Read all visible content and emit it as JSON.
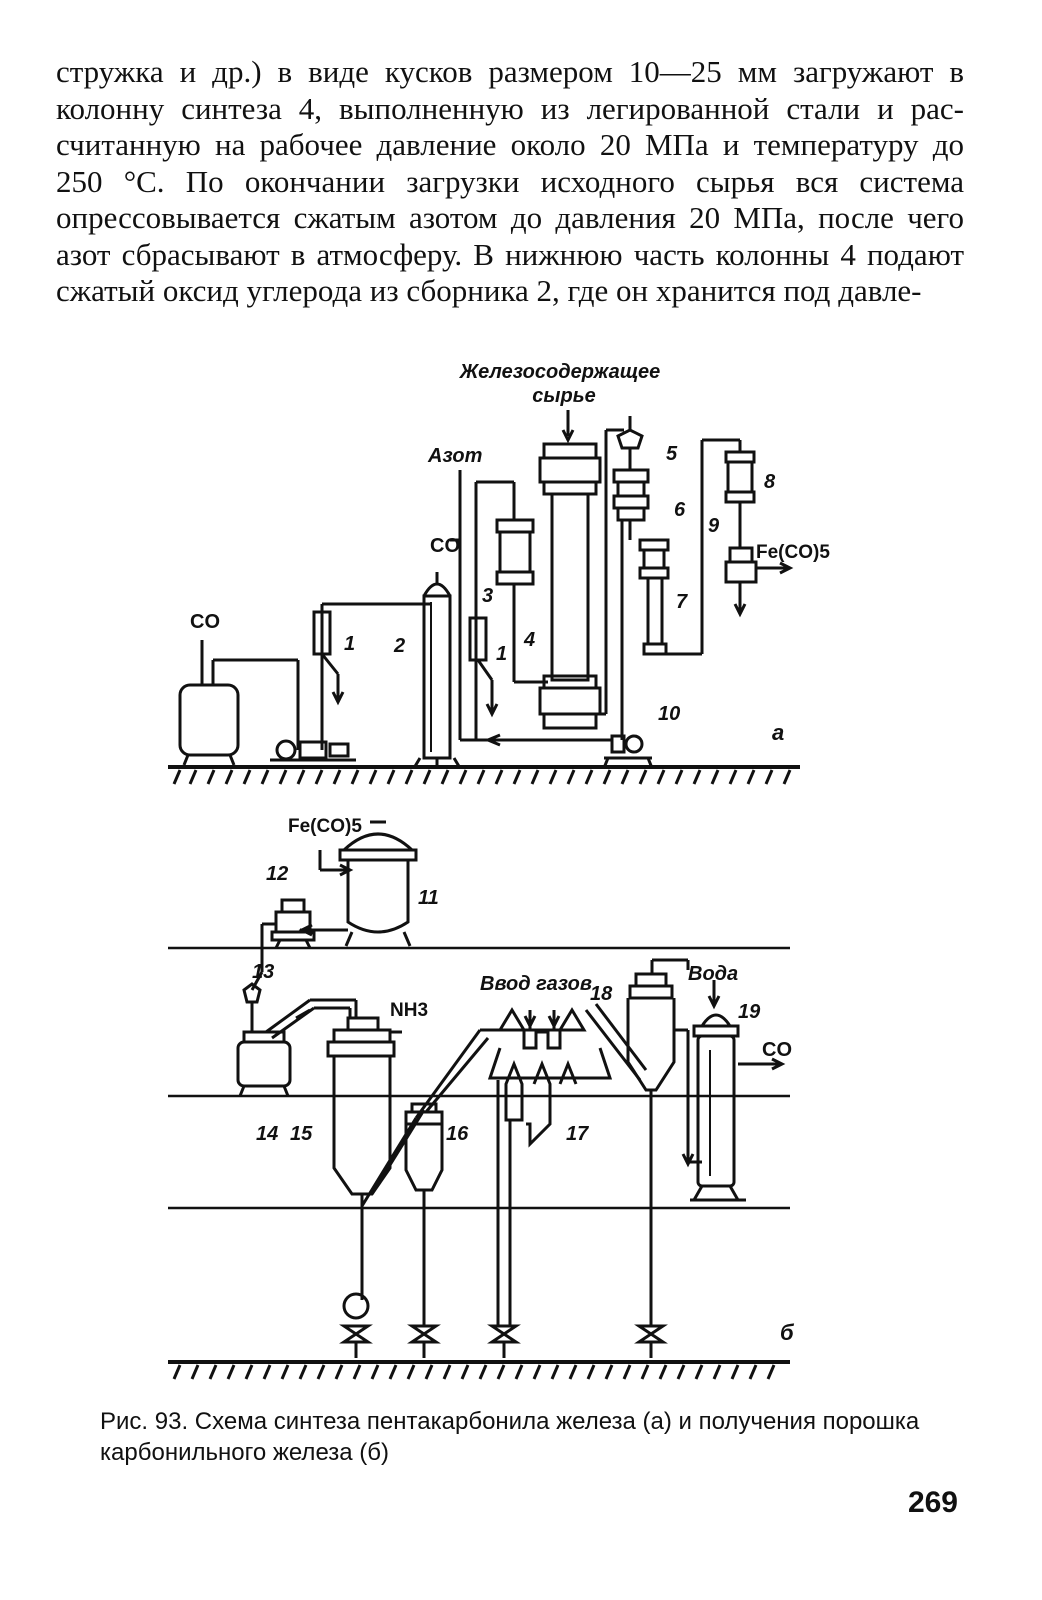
{
  "body_text": {
    "lines": [
      "стружка и др.) в виде кусков размером 10—25 мм загружают в",
      "колонну синтеза 4, выполненную из легированной стали и рас-",
      "считанную на рабочее давление около 20 МПа и температуру до",
      "250 °С. По окончании загрузки исходного сырья вся система",
      "опрессовывается сжатым азотом до давления 20 МПа, после чего",
      "азот сбрасывают в атмосферу. В нижнюю часть колонны 4 подают",
      "сжатый оксид углерода из сборника 2, где он хранится под давле-"
    ]
  },
  "figure": {
    "part_a": {
      "feed_label_1": "Железосодержащее",
      "feed_label_2": "сырье",
      "nitrogen": "Азот",
      "co_inlet": "CO",
      "co_column": "CO",
      "product": "Fe(CO)5",
      "panel": "а",
      "numbers": [
        "1",
        "2",
        "3",
        "1",
        "4",
        "5",
        "6",
        "7",
        "8",
        "9",
        "10"
      ]
    },
    "part_b": {
      "feed": "Fe(CO)5",
      "ammonia": "NH3",
      "gas_inlet": "Ввод газов",
      "water": "Вода",
      "co_outlet": "CO",
      "panel": "б",
      "numbers": [
        "11",
        "12",
        "13",
        "14",
        "15",
        "16",
        "17",
        "18",
        "19"
      ]
    }
  },
  "caption": "Рис. 93. Схема синтеза пентакарбонила железа (а) и получения порошка карбонильного железа (б)",
  "page_number": "269"
}
